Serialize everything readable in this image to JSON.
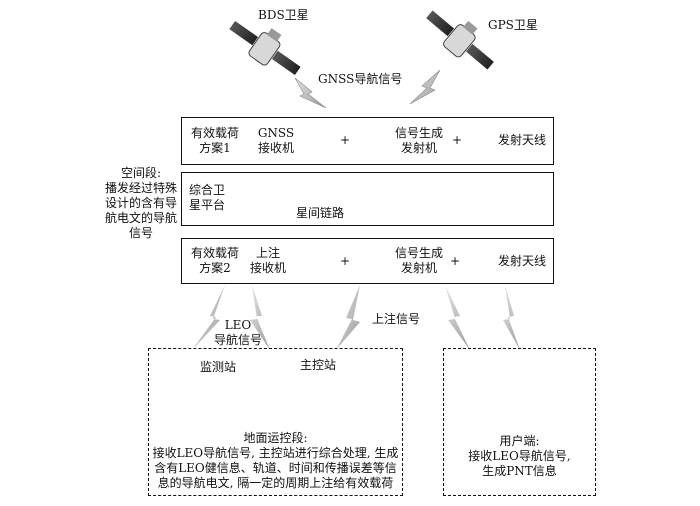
{
  "satellites": {
    "bds_label": "BDS卫星",
    "gps_label": "GPS卫星",
    "gnss_signal": "GNSS导航信号"
  },
  "space_segment": {
    "label_lines": [
      "空间段:",
      "播发经过特殊",
      "设计的含有导",
      "航电文的导航",
      "信号"
    ]
  },
  "payload1": {
    "name_lines": [
      "有效载荷",
      "方案1"
    ],
    "receiver_lines": [
      "GNSS",
      "接收机"
    ],
    "generator_lines": [
      "信号生成",
      "发射机"
    ],
    "antenna": "发射天线",
    "plus": "+"
  },
  "platform": {
    "name_lines": [
      "综合卫",
      "星平台"
    ],
    "link": "星间链路"
  },
  "payload2": {
    "name_lines": [
      "有效载荷",
      "方案2"
    ],
    "receiver_lines": [
      "上注",
      "接收机"
    ],
    "generator_lines": [
      "信号生成",
      "发射机"
    ],
    "antenna": "发射天线",
    "plus": "+"
  },
  "links": {
    "leo_signal_lines": [
      "LEO",
      "导航信号"
    ],
    "uplink": "上注信号"
  },
  "ground": {
    "monitor_station": "监测站",
    "master_station": "主控站",
    "desc_lines": [
      "地面运控段:",
      "接收LEO导航信号, 主控站进行综合处理, 生成",
      "含有LEO健信息、轨道、时间和传播误差等信",
      "息的导航电文, 隔一定的周期上注给有效载荷"
    ]
  },
  "user": {
    "desc_lines": [
      "用户端:",
      "接收LEO导航信号,",
      "生成PNT信息"
    ]
  }
}
